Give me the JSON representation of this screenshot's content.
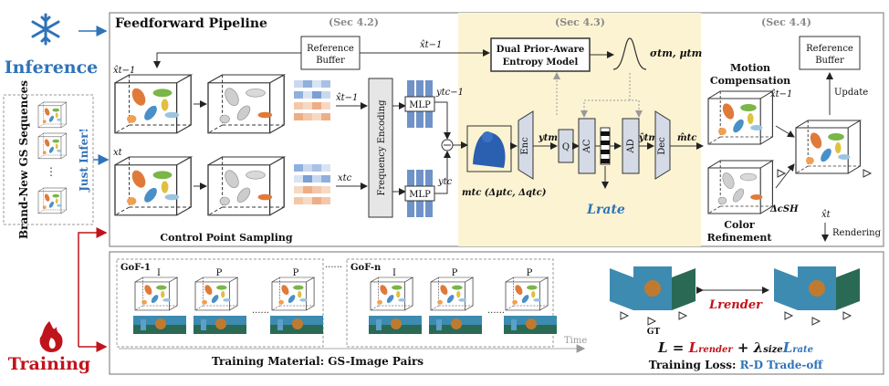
{
  "left": {
    "inference": "Inference",
    "training": "Training",
    "sequences": "Brand-New GS Sequences",
    "just_infer": "Just Infer!"
  },
  "top": {
    "title": "Feedforward Pipeline",
    "sec42": "(Sec 4.2)",
    "sec43": "(Sec 4.3)",
    "sec44": "(Sec 4.4)",
    "ref_buffer_1": "Reference Buffer",
    "ref_buffer_2": "Reference Buffer",
    "entropy_model": "Dual Prior-Aware Entropy Model",
    "x_prev": "x̂t−1",
    "x_prev_mid": "x̂t−1",
    "x_t": "xt",
    "x_prev_s": "x̂t−1",
    "x_t_s": "xtc",
    "freq_enc": "Frequency Encoding",
    "mlp": "MLP",
    "y_prev": "ytc−1",
    "y_t": "ytc",
    "m_label": "mtc (Δμtc, Δqtc)",
    "enc": "Enc",
    "dec": "Dec",
    "q": "Q",
    "ac": "AC",
    "ad": "AD",
    "ytm": "ytm",
    "ytm_hat": "ŷtm",
    "mt_hat": "m̂tc",
    "sigma_mu": "σtm, μtm",
    "l_rate": "Lrate",
    "control_sampling": "Control Point Sampling",
    "motion_comp": "Motion Compensation",
    "color_ref": "Color Refinement",
    "delta_csh": "ΔcSH",
    "update": "Update",
    "rendering": "Rendering",
    "xt_hat": "x̂t"
  },
  "bottom": {
    "gof1": "GoF-1",
    "gofn": "GoF-n",
    "frame_i": "I",
    "frame_p": "P",
    "dots": "······",
    "time": "Time",
    "material": "Training Material: GS-Image Pairs",
    "gt": "GT",
    "l_render": "Lrender",
    "loss_eq": "L = Lrender + λsize Lrate",
    "loss_label": "Training Loss:",
    "rd": "R-D Trade-off"
  },
  "colors": {
    "blue": "#2f73b8",
    "red": "#c0141c",
    "yellow_panel": "#fbf3d2",
    "enc_fill": "#d4dbe6",
    "mlp_fill": "#6f93c8"
  }
}
